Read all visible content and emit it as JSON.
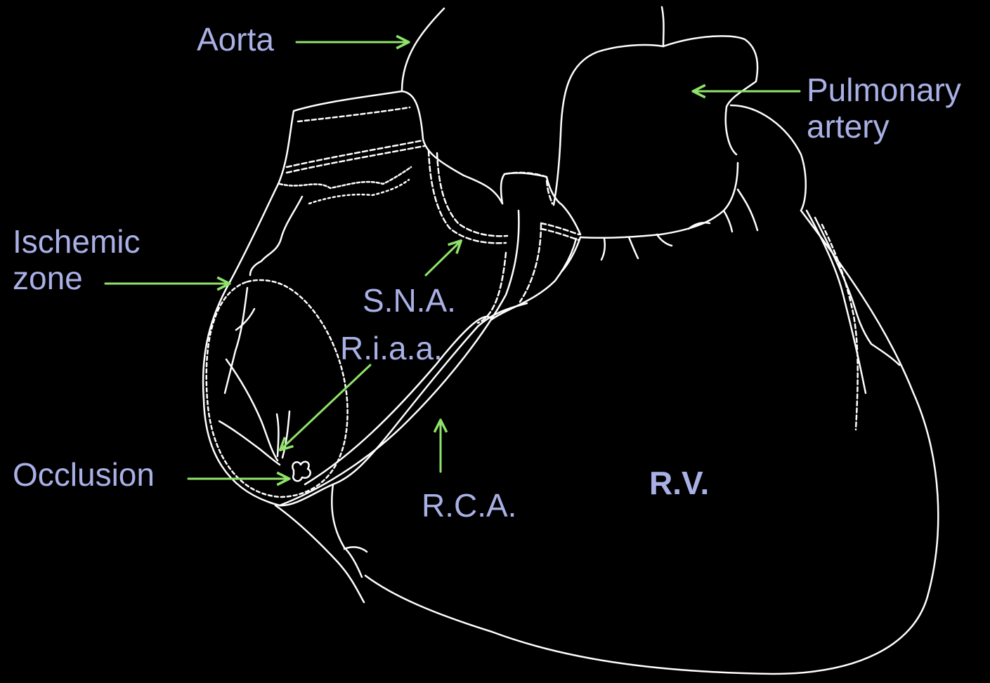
{
  "colors": {
    "background": "#000000",
    "outline": "#ffffff",
    "label": "#a9b0e6",
    "arrow": "#8fe36a"
  },
  "labels": {
    "aorta": "Aorta",
    "pulmonary_line1": "Pulmonary",
    "pulmonary_line2": "artery",
    "ischemic_line1": "Ischemic",
    "ischemic_line2": "zone",
    "sna": "S.N.A.",
    "riaa": "R.i.a.a.",
    "occlusion": "Occlusion",
    "rca": "R.C.A.",
    "rv": "R.V."
  }
}
